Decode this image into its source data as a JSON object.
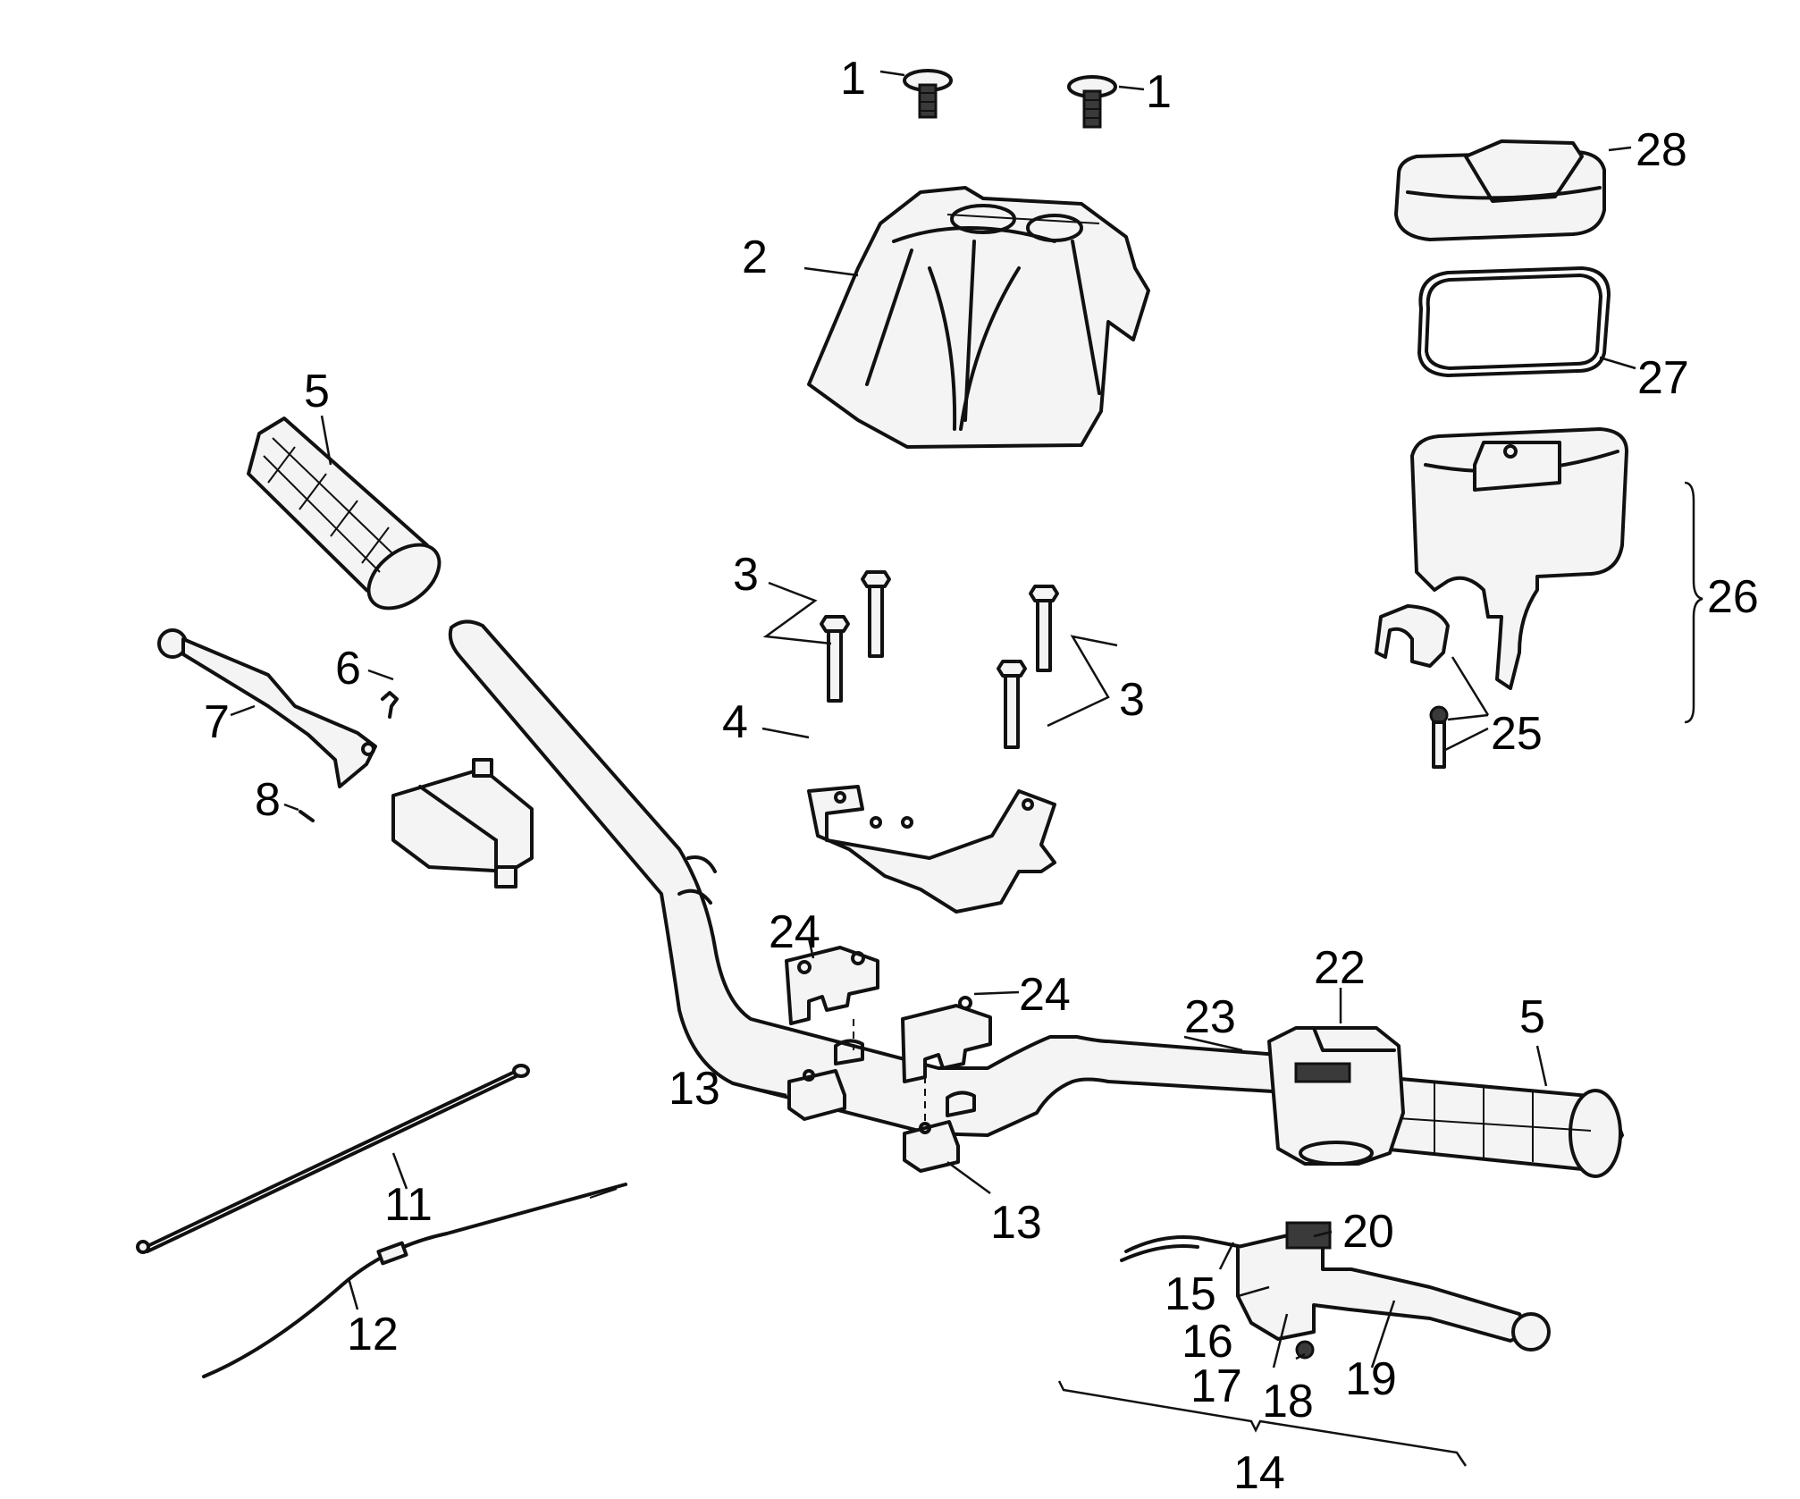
{
  "diagram": {
    "callouts": {
      "c1a": "1",
      "c1b": "1",
      "c2": "2",
      "c3a": "3",
      "c3b": "3",
      "c4": "4",
      "c5a": "5",
      "c5b": "5",
      "c6": "6",
      "c7": "7",
      "c8": "8",
      "c11": "11",
      "c12": "12",
      "c13a": "13",
      "c13b": "13",
      "c14": "14",
      "c15": "15",
      "c16": "16",
      "c17": "17",
      "c18": "18",
      "c19": "19",
      "c20": "20",
      "c22": "22",
      "c23": "23",
      "c24a": "24",
      "c24b": "24",
      "c25": "25",
      "c26": "26",
      "c27": "27",
      "c28": "28"
    },
    "parts": [
      "screw",
      "handlebar-cover",
      "bolt",
      "bracket",
      "grip",
      "pin",
      "lever",
      "clip",
      "switch-housing",
      "cable",
      "clamp-lower",
      "brake-lever-assembly",
      "handlebar",
      "clamp-upper",
      "reservoir-cap",
      "gasket",
      "reservoir",
      "reservoir-clamp"
    ]
  }
}
